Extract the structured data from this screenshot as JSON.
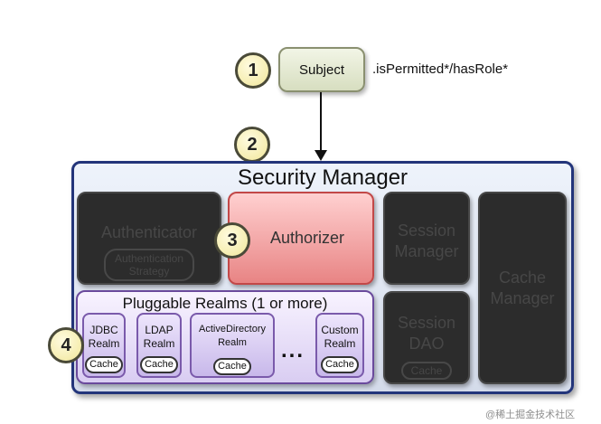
{
  "steps": [
    "1",
    "2",
    "3",
    "4"
  ],
  "subject": {
    "label": "Subject",
    "call": ".isPermitted*/hasRole*"
  },
  "security_manager": {
    "title": "Security Manager"
  },
  "authenticator": {
    "title": "Authenticator",
    "strategy": "Authentication Strategy"
  },
  "authorizer": {
    "title": "Authorizer"
  },
  "session_manager": {
    "title_line1": "Session",
    "title_line2": "Manager"
  },
  "session_dao": {
    "title_line1": "Session",
    "title_line2": "DAO",
    "cache": "Cache"
  },
  "cache_manager": {
    "title_line1": "Cache",
    "title_line2": "Manager"
  },
  "realms": {
    "title": "Pluggable Realms (1 or more)",
    "items": [
      {
        "line1": "JDBC",
        "line2": "Realm",
        "cache": "Cache"
      },
      {
        "line1": "LDAP",
        "line2": "Realm",
        "cache": "Cache"
      },
      {
        "line1": "ActiveDirectory",
        "line2": "Realm",
        "cache": "Cache"
      },
      {
        "line1": "Custom",
        "line2": "Realm",
        "cache": "Cache"
      }
    ],
    "ellipsis": "..."
  },
  "watermark": "@稀土掘金技术社区",
  "colors": {
    "security_manager_border": "#23357a",
    "dark_box": "#2c2c2c",
    "authorizer": "#e88484",
    "realms": "#d9cdf2",
    "step_badge": "#f1e79a"
  }
}
